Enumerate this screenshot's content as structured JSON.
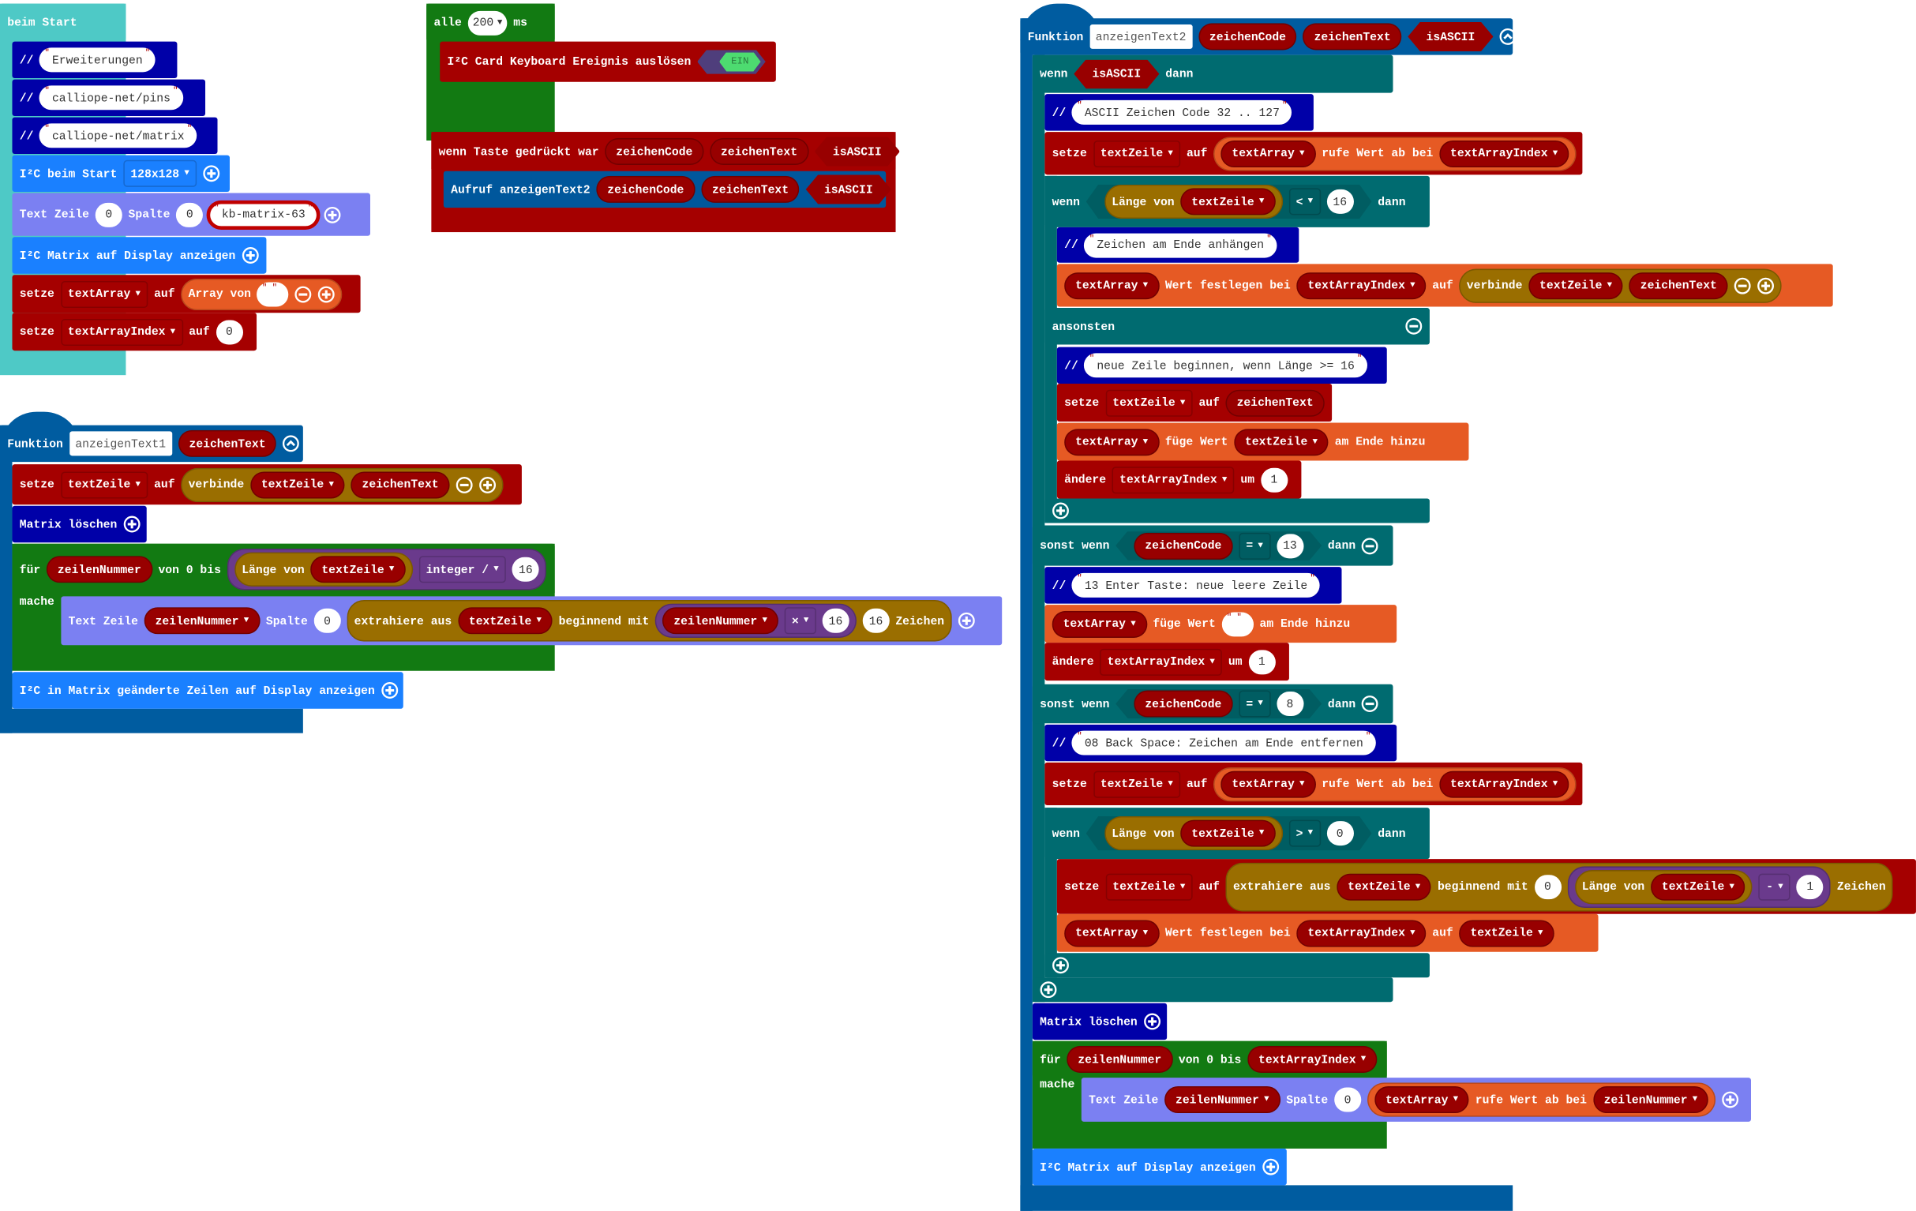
{
  "palette": {
    "start": "#4ec9c6",
    "comment": "#0000a8",
    "i2c": "#1a80ff",
    "text": "#7b80f2",
    "red": "#a50000",
    "pill": "#980000",
    "orange": "#e65a24",
    "logic": "#006b70",
    "loop": "#127a12",
    "brown": "#9a6e00",
    "purple": "#6a3a8c",
    "func": "#005ca0",
    "hexlogic": "#005d62",
    "call": "#00579c"
  },
  "blocks": [
    {
      "id": "start_hat",
      "segs": [
        {
          "l": "beim Start"
        }
      ]
    },
    {
      "id": "c1",
      "segs": [
        {
          "l": "//"
        },
        {
          "s": "Erweiterungen"
        }
      ]
    },
    {
      "id": "c2",
      "segs": [
        {
          "l": "//"
        },
        {
          "s": "calliope-net/pins"
        }
      ]
    },
    {
      "id": "c3",
      "segs": [
        {
          "l": "//"
        },
        {
          "s": "calliope-net/matrix"
        }
      ]
    },
    {
      "id": "i2cstart",
      "segs": [
        {
          "l": "I²C beim Start"
        },
        {
          "dd": "128x128"
        },
        {
          "ic": "plus"
        }
      ]
    },
    {
      "id": "text1",
      "segs": [
        {
          "l": "Text Zeile"
        },
        {
          "n": "0"
        },
        {
          "l": "Spalte"
        },
        {
          "n": "0"
        },
        {
          "s": "kb-matrix-63",
          "hl": 1
        },
        {
          "ic": "plus"
        }
      ]
    },
    {
      "id": "show1",
      "segs": [
        {
          "l": "I²C Matrix auf Display anzeigen"
        },
        {
          "ic": "plus"
        }
      ]
    },
    {
      "id": "setArr",
      "segs": [
        {
          "l": "setze"
        },
        {
          "dd": "textArray"
        },
        {
          "l": "auf"
        },
        {
          "b": "orange",
          "c": [
            {
              "l": "Array von"
            },
            {
              "s": ""
            },
            {
              "ic": "minus"
            },
            {
              "ic": "plus"
            }
          ]
        }
      ]
    },
    {
      "id": "setIdx",
      "segs": [
        {
          "l": "setze"
        },
        {
          "dd": "textArrayIndex"
        },
        {
          "l": "auf"
        },
        {
          "n": "0"
        }
      ]
    },
    {
      "id": "alle_hat",
      "segs": [
        {
          "l": "alle"
        },
        {
          "nd": "200"
        },
        {
          "l": "ms"
        }
      ]
    },
    {
      "id": "event",
      "segs": [
        {
          "l": "I²C Card Keyboard Ereignis auslösen"
        },
        {
          "tg": "EIN"
        }
      ]
    },
    {
      "id": "taste_hat",
      "segs": [
        {
          "l": "wenn Taste gedrückt war"
        },
        {
          "pv": "zeichenCode"
        },
        {
          "pv": "zeichenText"
        },
        {
          "hx": "isASCII"
        }
      ]
    },
    {
      "id": "call2",
      "segs": [
        {
          "l": "Aufruf anzeigenText2"
        },
        {
          "pv": "zeichenCode"
        },
        {
          "pv": "zeichenText"
        },
        {
          "hx": "isASCII"
        }
      ]
    },
    {
      "id": "f1_hat",
      "segs": [
        {
          "l": "Funktion"
        },
        {
          "in": "anzeigenText1"
        },
        {
          "pv": "zeichenText"
        },
        {
          "ic": "collapse"
        }
      ]
    },
    {
      "id": "f1_set",
      "segs": [
        {
          "l": "setze"
        },
        {
          "dd": "textZeile"
        },
        {
          "l": "auf"
        },
        {
          "b": "brown",
          "c": [
            {
              "l": "verbinde"
            },
            {
              "pv": "textZeile",
              "a": 1
            },
            {
              "pv": "zeichenText"
            },
            {
              "ic": "minus"
            },
            {
              "ic": "plus"
            }
          ]
        }
      ]
    },
    {
      "id": "f1_clear",
      "segs": [
        {
          "l": "Matrix löschen"
        },
        {
          "ic": "plus"
        }
      ]
    },
    {
      "id": "f1_for",
      "segs": [
        {
          "l": "für"
        },
        {
          "pv": "zeilenNummer"
        },
        {
          "l": "von 0 bis"
        },
        {
          "b": "purple",
          "c": [
            {
              "b": "brown",
              "c": [
                {
                  "l": "Länge von"
                },
                {
                  "pv": "textZeile",
                  "a": 1
                }
              ]
            },
            {
              "dd": "integer /"
            },
            {
              "n": "16"
            }
          ]
        }
      ]
    },
    {
      "id": "f1_mache",
      "segs": [
        {
          "l": "mache"
        }
      ]
    },
    {
      "id": "f1_text",
      "segs": [
        {
          "l": "Text Zeile"
        },
        {
          "pv": "zeilenNummer",
          "a": 1
        },
        {
          "l": "Spalte"
        },
        {
          "n": "0"
        },
        {
          "b": "brown",
          "c": [
            {
              "l": "extrahiere aus"
            },
            {
              "pv": "textZeile",
              "a": 1
            },
            {
              "l": "beginnend mit"
            },
            {
              "b": "purple",
              "c": [
                {
                  "pv": "zeilenNummer",
                  "a": 1
                },
                {
                  "dd": "×"
                },
                {
                  "n": "16"
                }
              ]
            },
            {
              "n": "16"
            },
            {
              "l": "Zeichen"
            }
          ]
        },
        {
          "ic": "plus"
        }
      ]
    },
    {
      "id": "f1_show",
      "segs": [
        {
          "l": "I²C in Matrix geänderte Zeilen auf Display anzeigen"
        },
        {
          "ic": "plus"
        }
      ]
    },
    {
      "id": "f2_hat",
      "segs": [
        {
          "l": "Funktion"
        },
        {
          "in": "anzeigenText2"
        },
        {
          "pv": "zeichenCode"
        },
        {
          "pv": "zeichenText"
        },
        {
          "hx": "isASCII"
        },
        {
          "ic": "collapse"
        }
      ]
    },
    {
      "id": "f2_if",
      "segs": [
        {
          "l": "wenn"
        },
        {
          "hx": "isASCII"
        },
        {
          "l": "dann"
        }
      ]
    },
    {
      "id": "f2_c1",
      "segs": [
        {
          "l": "//"
        },
        {
          "s": "ASCII Zeichen Code 32 .. 127"
        }
      ]
    },
    {
      "id": "f2_set1",
      "segs": [
        {
          "l": "setze"
        },
        {
          "dd": "textZeile"
        },
        {
          "l": "auf"
        },
        {
          "b": "orange",
          "c": [
            {
              "pv": "textArray",
              "a": 1
            },
            {
              "l": "rufe Wert ab bei"
            },
            {
              "pv": "textArrayIndex",
              "a": 1
            }
          ]
        }
      ]
    },
    {
      "id": "f2_if2",
      "segs": [
        {
          "l": "wenn"
        },
        {
          "hxb": 1,
          "c": [
            {
              "b": "brown",
              "c": [
                {
                  "l": "Länge von"
                },
                {
                  "pv": "textZeile",
                  "a": 1
                }
              ]
            },
            {
              "dd": "<"
            },
            {
              "n": "16"
            }
          ]
        },
        {
          "l": "dann"
        }
      ]
    },
    {
      "id": "f2_c2",
      "segs": [
        {
          "l": "//"
        },
        {
          "s": "Zeichen am Ende anhängen"
        }
      ]
    },
    {
      "id": "f2_setv",
      "segs": [
        {
          "pv": "textArray",
          "a": 1
        },
        {
          "l": "Wert festlegen bei"
        },
        {
          "pv": "textArrayIndex",
          "a": 1
        },
        {
          "l": "auf"
        },
        {
          "b": "brown",
          "c": [
            {
              "l": "verbinde"
            },
            {
              "pv": "textZeile",
              "a": 1
            },
            {
              "pv": "zeichenText"
            },
            {
              "ic": "minus"
            },
            {
              "ic": "plus"
            }
          ]
        }
      ]
    },
    {
      "id": "f2_else",
      "segs": [
        {
          "l": "ansonsten"
        },
        {
          "ic": "minus",
          "r": 1
        }
      ]
    },
    {
      "id": "f2_c3",
      "segs": [
        {
          "l": "//"
        },
        {
          "s": "neue Zeile beginnen, wenn Länge >= 16"
        }
      ]
    },
    {
      "id": "f2_set2",
      "segs": [
        {
          "l": "setze"
        },
        {
          "dd": "textZeile"
        },
        {
          "l": "auf"
        },
        {
          "pv": "zeichenText"
        }
      ]
    },
    {
      "id": "f2_push1",
      "segs": [
        {
          "pv": "textArray",
          "a": 1
        },
        {
          "l": "füge Wert"
        },
        {
          "pv": "textZeile",
          "a": 1
        },
        {
          "l": "am Ende hinzu"
        }
      ]
    },
    {
      "id": "f2_chg1",
      "segs": [
        {
          "l": "ändere"
        },
        {
          "dd": "textArrayIndex"
        },
        {
          "l": "um"
        },
        {
          "n": "1"
        }
      ]
    },
    {
      "id": "f2_end1",
      "segs": [
        {
          "ic": "plus"
        }
      ]
    },
    {
      "id": "f2_elif1",
      "segs": [
        {
          "l": "sonst wenn"
        },
        {
          "hxb": 1,
          "c": [
            {
              "pv": "zeichenCode"
            },
            {
              "dd": "="
            },
            {
              "n": "13"
            }
          ]
        },
        {
          "l": "dann"
        },
        {
          "ic": "minus"
        }
      ]
    },
    {
      "id": "f2_c4",
      "segs": [
        {
          "l": "//"
        },
        {
          "s": "13 Enter Taste: neue leere Zeile"
        }
      ]
    },
    {
      "id": "f2_push2",
      "segs": [
        {
          "pv": "textArray",
          "a": 1
        },
        {
          "l": "füge Wert"
        },
        {
          "s": ""
        },
        {
          "l": "am Ende hinzu"
        }
      ]
    },
    {
      "id": "f2_chg2",
      "segs": [
        {
          "l": "ändere"
        },
        {
          "dd": "textArrayIndex"
        },
        {
          "l": "um"
        },
        {
          "n": "1"
        }
      ]
    },
    {
      "id": "f2_elif2",
      "segs": [
        {
          "l": "sonst wenn"
        },
        {
          "hxb": 1,
          "c": [
            {
              "pv": "zeichenCode"
            },
            {
              "dd": "="
            },
            {
              "n": "8"
            }
          ]
        },
        {
          "l": "dann"
        },
        {
          "ic": "minus"
        }
      ]
    },
    {
      "id": "f2_c5",
      "segs": [
        {
          "l": "//"
        },
        {
          "s": "08 Back Space: Zeichen am Ende entfernen"
        }
      ]
    },
    {
      "id": "f2_set3",
      "segs": [
        {
          "l": "setze"
        },
        {
          "dd": "textZeile"
        },
        {
          "l": "auf"
        },
        {
          "b": "orange",
          "c": [
            {
              "pv": "textArray",
              "a": 1
            },
            {
              "l": "rufe Wert ab bei"
            },
            {
              "pv": "textArrayIndex",
              "a": 1
            }
          ]
        }
      ]
    },
    {
      "id": "f2_if3",
      "segs": [
        {
          "l": "wenn"
        },
        {
          "hxb": 1,
          "c": [
            {
              "b": "brown",
              "c": [
                {
                  "l": "Länge von"
                },
                {
                  "pv": "textZeile",
                  "a": 1
                }
              ]
            },
            {
              "dd": ">"
            },
            {
              "n": "0"
            }
          ]
        },
        {
          "l": "dann"
        }
      ]
    },
    {
      "id": "f2_set4",
      "segs": [
        {
          "l": "setze"
        },
        {
          "dd": "textZeile"
        },
        {
          "l": "auf"
        },
        {
          "b": "brown",
          "c": [
            {
              "l": "extrahiere aus"
            },
            {
              "pv": "textZeile",
              "a": 1
            },
            {
              "l": "beginnend mit"
            },
            {
              "n": "0"
            },
            {
              "b": "purple",
              "c": [
                {
                  "b": "brown",
                  "c": [
                    {
                      "l": "Länge von"
                    },
                    {
                      "pv": "textZeile",
                      "a": 1
                    }
                  ]
                },
                {
                  "dd": "-"
                },
                {
                  "n": "1"
                }
              ]
            },
            {
              "l": "Zeichen"
            }
          ]
        }
      ]
    },
    {
      "id": "f2_setv2",
      "segs": [
        {
          "pv": "textArray",
          "a": 1
        },
        {
          "l": "Wert festlegen bei"
        },
        {
          "pv": "textArrayIndex",
          "a": 1
        },
        {
          "l": "auf"
        },
        {
          "pv": "textZeile",
          "a": 1
        }
      ]
    },
    {
      "id": "f2_end2",
      "segs": [
        {
          "ic": "plus"
        }
      ]
    },
    {
      "id": "f2_end3",
      "segs": [
        {
          "ic": "plus"
        }
      ]
    },
    {
      "id": "f2_clear",
      "segs": [
        {
          "l": "Matrix löschen"
        },
        {
          "ic": "plus"
        }
      ]
    },
    {
      "id": "f2_for",
      "segs": [
        {
          "l": "für"
        },
        {
          "pv": "zeilenNummer"
        },
        {
          "l": "von 0 bis"
        },
        {
          "pv": "textArrayIndex",
          "a": 1
        }
      ]
    },
    {
      "id": "f2_mache",
      "segs": [
        {
          "l": "mache"
        }
      ]
    },
    {
      "id": "f2_text",
      "segs": [
        {
          "l": "Text Zeile"
        },
        {
          "pv": "zeilenNummer",
          "a": 1
        },
        {
          "l": "Spalte"
        },
        {
          "n": "0"
        },
        {
          "b": "orange",
          "c": [
            {
              "pv": "textArray",
              "a": 1
            },
            {
              "l": "rufe Wert ab bei"
            },
            {
              "pv": "zeilenNummer",
              "a": 1
            }
          ]
        },
        {
          "ic": "plus"
        }
      ]
    },
    {
      "id": "f2_show",
      "segs": [
        {
          "l": "I²C Matrix auf Display anzeigen"
        },
        {
          "ic": "plus"
        }
      ]
    }
  ]
}
